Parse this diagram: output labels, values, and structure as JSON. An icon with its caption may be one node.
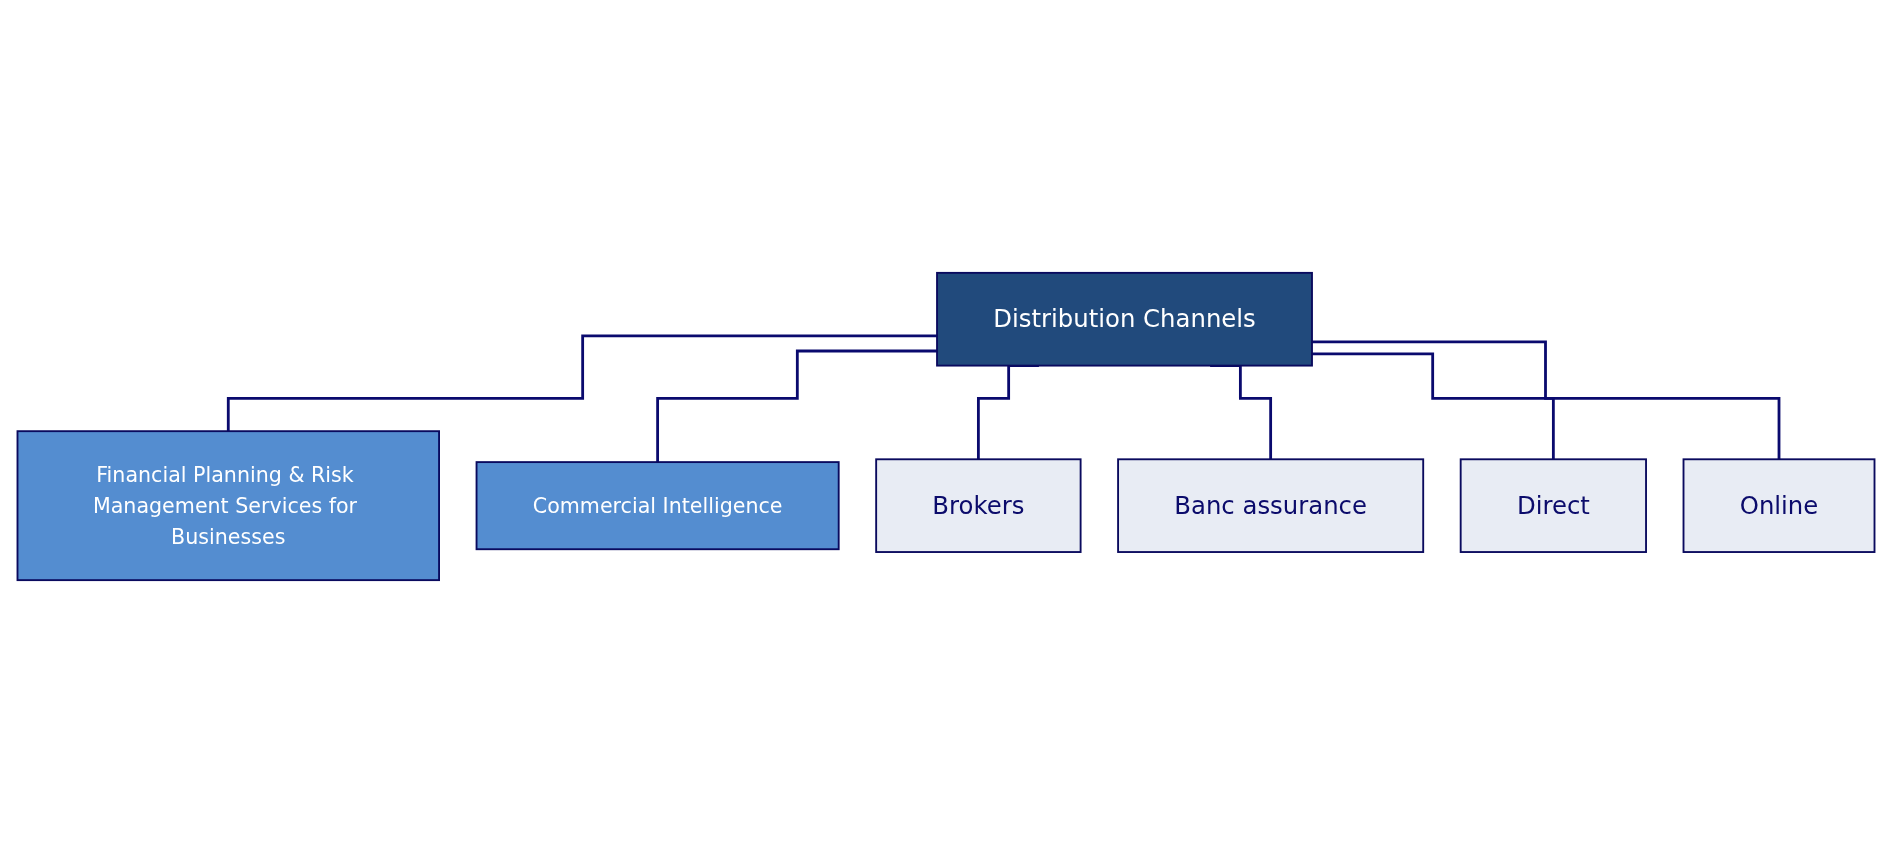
{
  "diagram": {
    "nodes": [
      {
        "text": [
          "Distribution Channels"
        ]
      },
      {
        "text": [
          "Financial Planning & Risk Management Services for Businesses"
        ]
      },
      {
        "text": [
          "Commercial Intelligence"
        ]
      },
      {
        "text": [
          "Brokers"
        ]
      },
      {
        "text": [
          "Banc assurance"
        ]
      },
      {
        "text": [
          "Direct"
        ]
      },
      {
        "text": [
          "Online"
        ]
      }
    ],
    "edges": [
      {
        "from": 0,
        "to": 1,
        "arrow": "none"
      },
      {
        "from": 0,
        "to": 2,
        "arrow": "none"
      },
      {
        "from": 0,
        "to": 3,
        "arrow": "none"
      },
      {
        "from": 0,
        "to": 4,
        "arrow": "none"
      },
      {
        "from": 0,
        "to": 5,
        "arrow": "none"
      },
      {
        "from": 0,
        "to": 6,
        "arrow": "none"
      }
    ]
  }
}
